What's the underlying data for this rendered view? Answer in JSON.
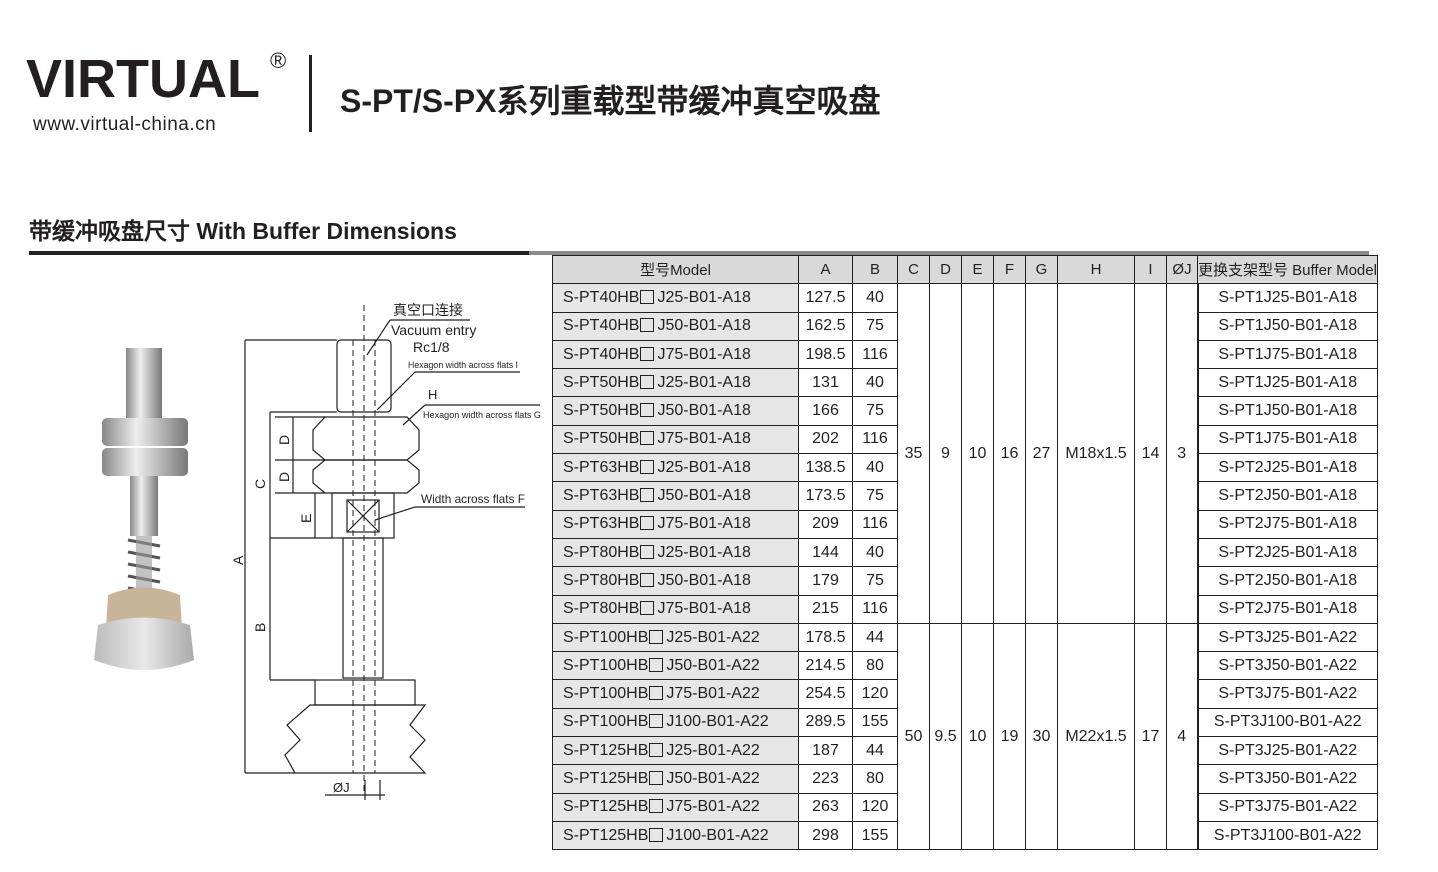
{
  "header": {
    "logo": "VIRTUAL",
    "registered": "®",
    "url": "www.virtual-china.cn",
    "title": "S-PT/S-PX系列重载型带缓冲真空吸盘"
  },
  "section_title": "带缓冲吸盘尺寸 With Buffer Dimensions",
  "diagram": {
    "vacuum_cn": "真空口连接",
    "vacuum_en": "Vacuum entry",
    "port": "Rc1/8",
    "hex_i": "Hexagon width across flats I",
    "h": "H",
    "hex_g": "Hexagon width across flats G",
    "flats_f": "Width across flats F",
    "a": "A",
    "b": "B",
    "c": "C",
    "d1": "D",
    "d2": "D",
    "e": "E",
    "j": "ØJ"
  },
  "table": {
    "headers": [
      "型号Model",
      "A",
      "B",
      "C",
      "D",
      "E",
      "F",
      "G",
      "H",
      "I",
      "ØJ",
      "更换支架型号 Buffer Model"
    ],
    "groups": [
      {
        "C": "35",
        "D": "9",
        "E": "10",
        "F": "16",
        "G": "27",
        "H": "M18x1.5",
        "I": "14",
        "J": "3",
        "rows": [
          [
            "S-PT40HB",
            "J25-B01-A18",
            "127.5",
            "40",
            "S-PT1J25-B01-A18"
          ],
          [
            "S-PT40HB",
            "J50-B01-A18",
            "162.5",
            "75",
            "S-PT1J50-B01-A18"
          ],
          [
            "S-PT40HB",
            "J75-B01-A18",
            "198.5",
            "116",
            "S-PT1J75-B01-A18"
          ],
          [
            "S-PT50HB",
            "J25-B01-A18",
            "131",
            "40",
            "S-PT1J25-B01-A18"
          ],
          [
            "S-PT50HB",
            "J50-B01-A18",
            "166",
            "75",
            "S-PT1J50-B01-A18"
          ],
          [
            "S-PT50HB",
            "J75-B01-A18",
            "202",
            "116",
            "S-PT1J75-B01-A18"
          ],
          [
            "S-PT63HB",
            "J25-B01-A18",
            "138.5",
            "40",
            "S-PT2J25-B01-A18"
          ],
          [
            "S-PT63HB",
            "J50-B01-A18",
            "173.5",
            "75",
            "S-PT2J50-B01-A18"
          ],
          [
            "S-PT63HB",
            "J75-B01-A18",
            "209",
            "116",
            "S-PT2J75-B01-A18"
          ],
          [
            "S-PT80HB",
            "J25-B01-A18",
            "144",
            "40",
            "S-PT2J25-B01-A18"
          ],
          [
            "S-PT80HB",
            "J50-B01-A18",
            "179",
            "75",
            "S-PT2J50-B01-A18"
          ],
          [
            "S-PT80HB",
            "J75-B01-A18",
            "215",
            "116",
            "S-PT2J75-B01-A18"
          ]
        ]
      },
      {
        "C": "50",
        "D": "9.5",
        "E": "10",
        "F": "19",
        "G": "30",
        "H": "M22x1.5",
        "I": "17",
        "J": "4",
        "rows": [
          [
            "S-PT100HB",
            "J25-B01-A22",
            "178.5",
            "44",
            "S-PT3J25-B01-A22"
          ],
          [
            "S-PT100HB",
            "J50-B01-A22",
            "214.5",
            "80",
            "S-PT3J50-B01-A22"
          ],
          [
            "S-PT100HB",
            "J75-B01-A22",
            "254.5",
            "120",
            "S-PT3J75-B01-A22"
          ],
          [
            "S-PT100HB",
            "J100-B01-A22",
            "289.5",
            "155",
            "S-PT3J100-B01-A22"
          ],
          [
            "S-PT125HB",
            "J25-B01-A22",
            "187",
            "44",
            "S-PT3J25-B01-A22"
          ],
          [
            "S-PT125HB",
            "J50-B01-A22",
            "223",
            "80",
            "S-PT3J50-B01-A22"
          ],
          [
            "S-PT125HB",
            "J75-B01-A22",
            "263",
            "120",
            "S-PT3J75-B01-A22"
          ],
          [
            "S-PT125HB",
            "J100-B01-A22",
            "298",
            "155",
            "S-PT3J100-B01-A22"
          ]
        ]
      }
    ]
  }
}
